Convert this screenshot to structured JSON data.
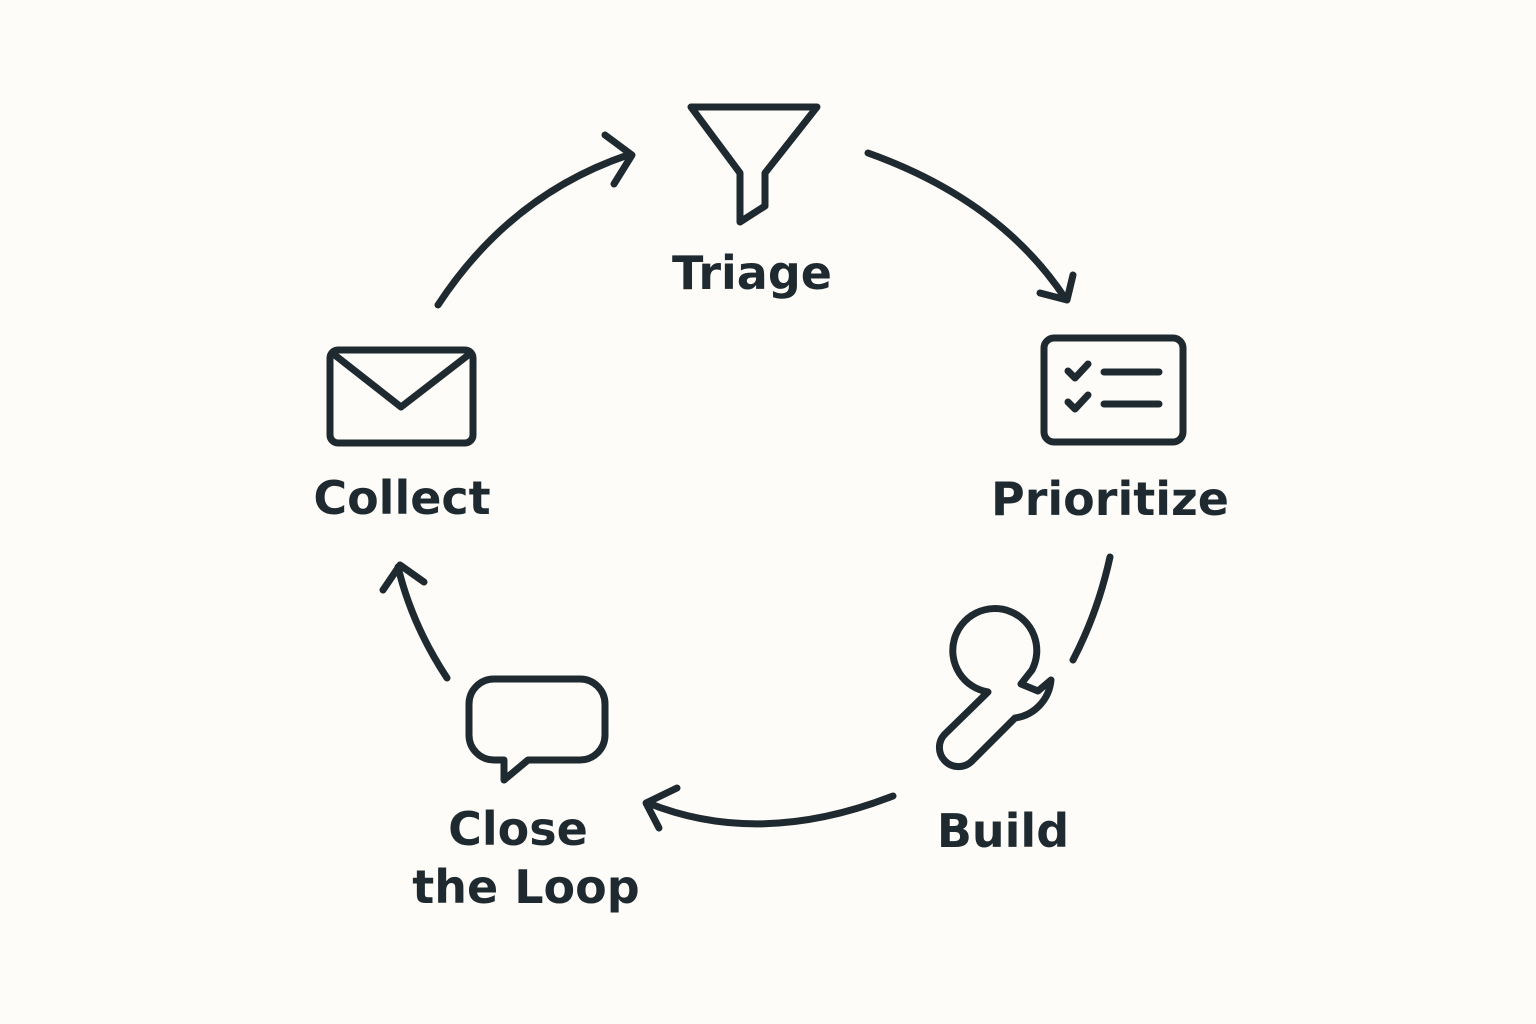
{
  "steps": [
    {
      "label_lines": [
        "Triage"
      ],
      "icon": "funnel-icon"
    },
    {
      "label_lines": [
        "Prioritize"
      ],
      "icon": "checklist-icon"
    },
    {
      "label_lines": [
        "Build"
      ],
      "icon": "wrench-icon"
    },
    {
      "label_lines": [
        "Close",
        "the Loop"
      ],
      "icon": "chat-bubble-icon"
    },
    {
      "label_lines": [
        "Collect"
      ],
      "icon": "envelope-icon"
    }
  ],
  "colors": {
    "ink": "#1f2a30",
    "background": "#fdfcf8"
  }
}
